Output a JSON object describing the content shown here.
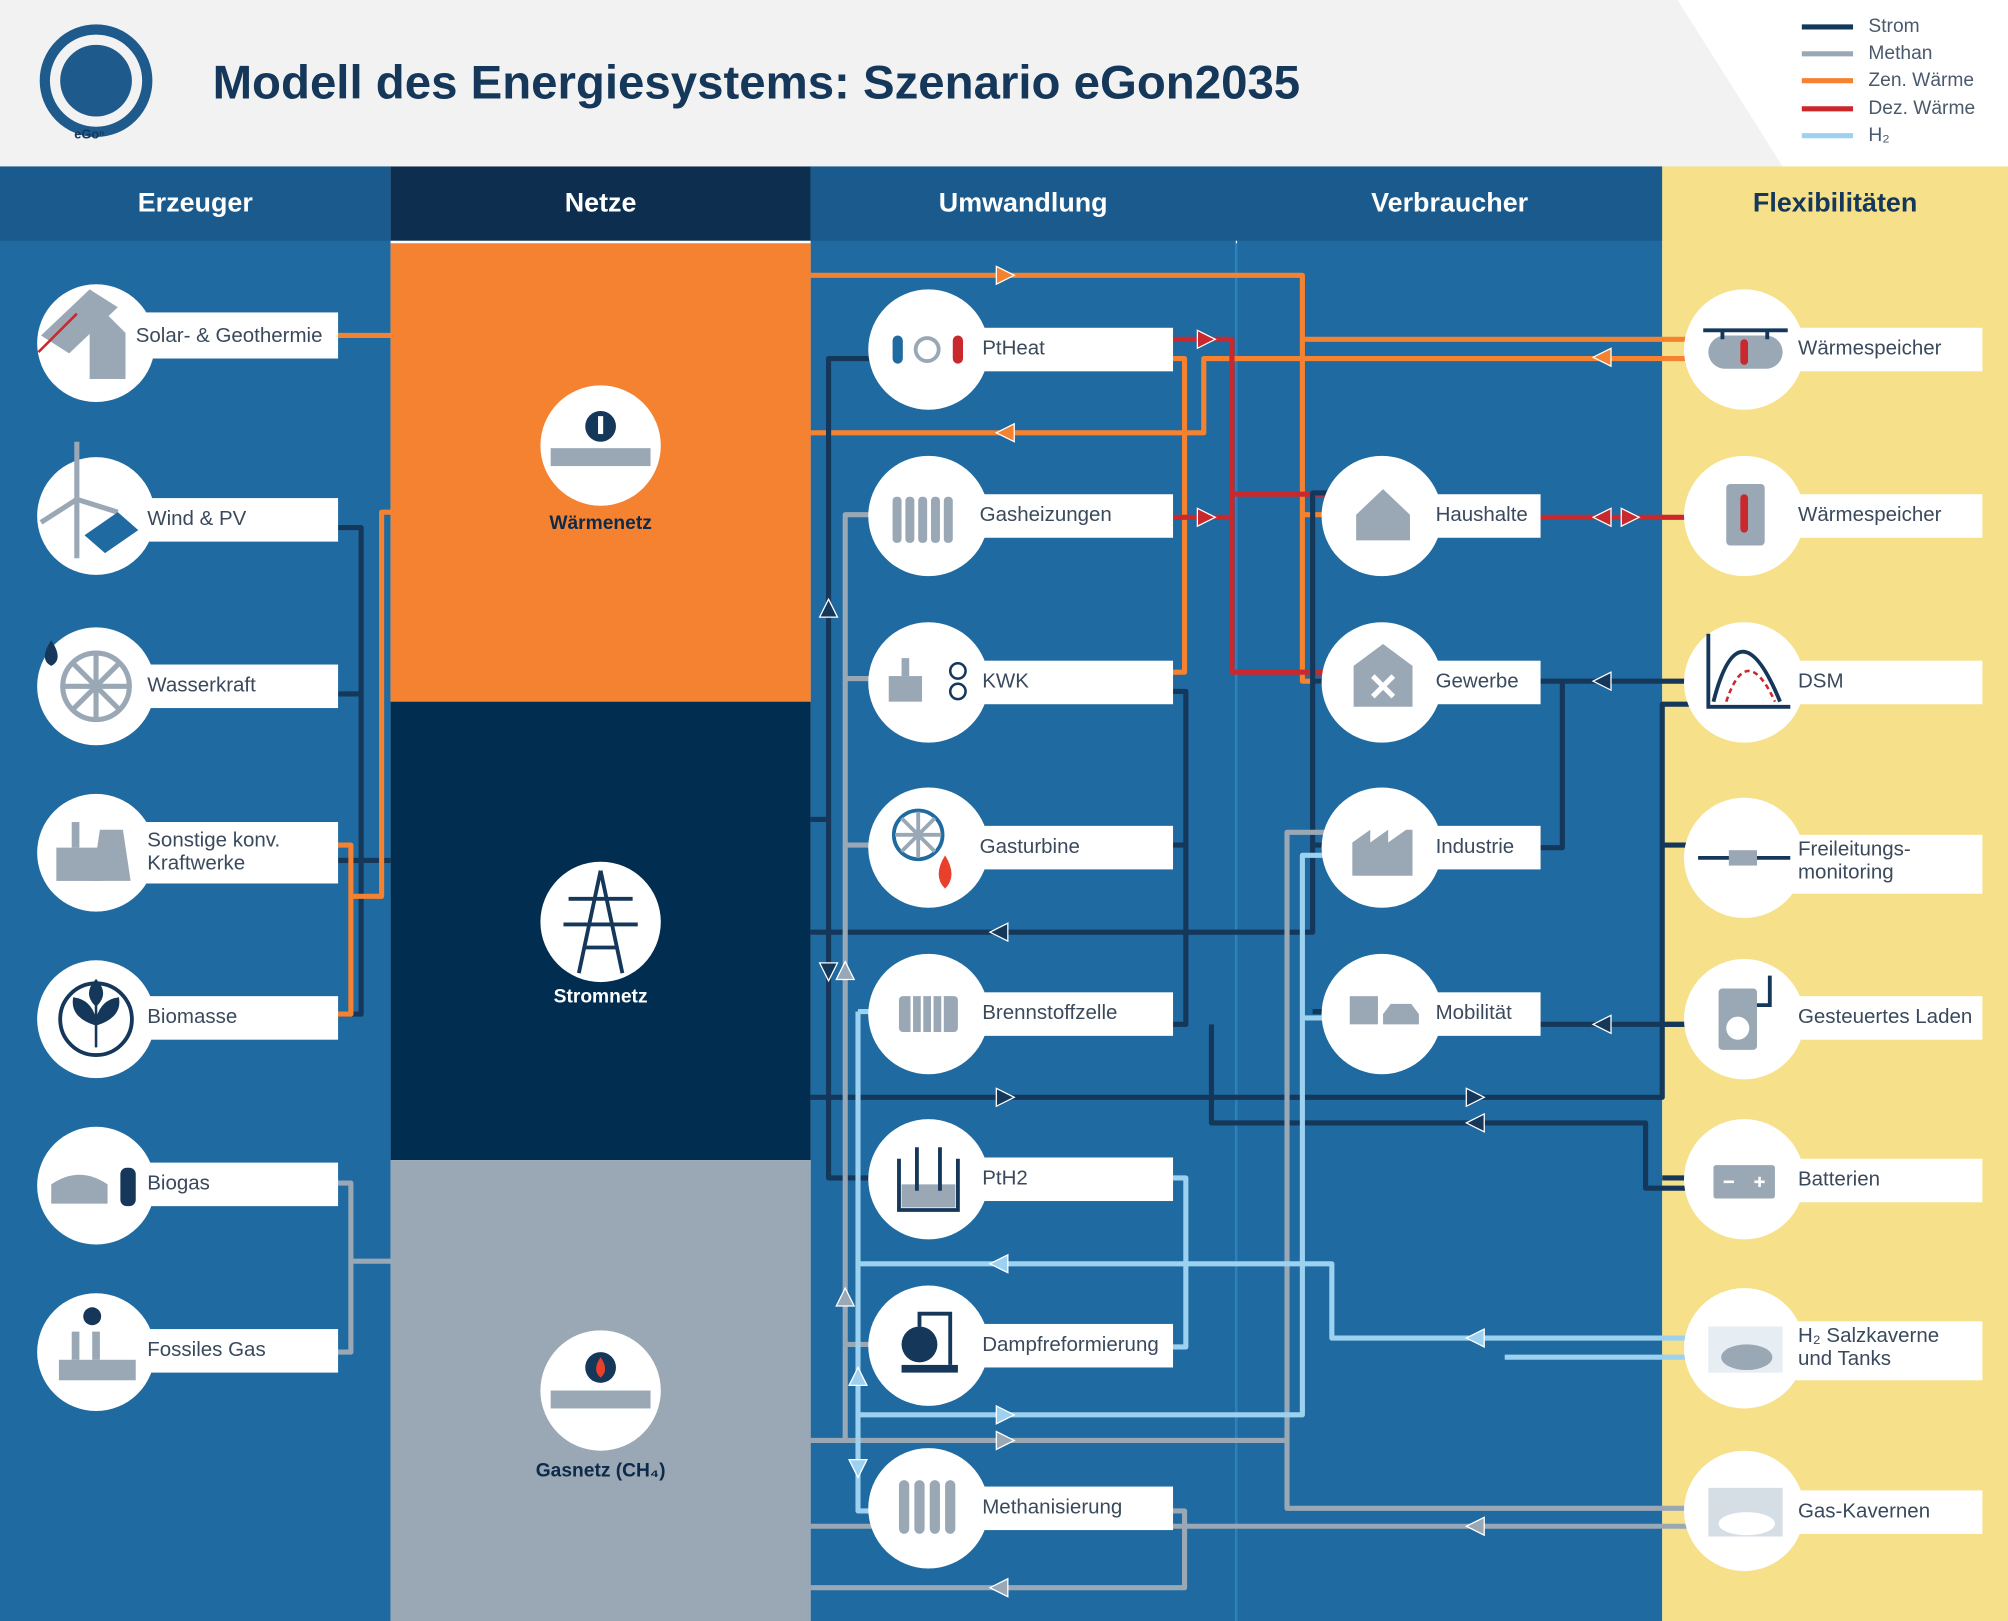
{
  "title": "Modell des Energiesystems: Szenario eGon2035",
  "logo_text": "eGoⁿ",
  "legend": [
    {
      "label": "Strom",
      "color": "#14375a"
    },
    {
      "label": "Methan",
      "color": "#9aa8b6"
    },
    {
      "label": "Zen. Wärme",
      "color": "#f58230"
    },
    {
      "label": "Dez. Wärme",
      "color": "#c9282d"
    },
    {
      "label": "H₂",
      "color": "#9dd1f0"
    }
  ],
  "columns": {
    "erzeuger": "Erzeuger",
    "netze": "Netze",
    "umwandlung": "Umwandlung",
    "verbraucher": "Verbraucher",
    "flex": "Flexibilitäten"
  },
  "networks": {
    "waerme": "Wärmenetz",
    "strom": "Stromnetz",
    "gas": "Gasnetz (CH₄)"
  },
  "producers": [
    {
      "label": "Solar- & Geothermie",
      "icon": "solar-geothermal-icon"
    },
    {
      "label": "Wind & PV",
      "icon": "wind-pv-icon"
    },
    {
      "label": "Wasserkraft",
      "icon": "hydro-icon"
    },
    {
      "label": "Sonstige konv. Kraftwerke",
      "icon": "power-plant-icon"
    },
    {
      "label": "Biomasse",
      "icon": "biomass-icon"
    },
    {
      "label": "Biogas",
      "icon": "biogas-icon"
    },
    {
      "label": "Fossiles Gas",
      "icon": "fossil-gas-icon"
    }
  ],
  "conversion": [
    {
      "label": "PtHeat",
      "icon": "ptheat-icon"
    },
    {
      "label": "Gasheizungen",
      "icon": "radiator-icon"
    },
    {
      "label": "KWK",
      "icon": "chp-icon"
    },
    {
      "label": "Gasturbine",
      "icon": "gas-turbine-icon"
    },
    {
      "label": "Brennstoffzelle",
      "icon": "fuel-cell-icon"
    },
    {
      "label": "PtH2",
      "icon": "electrolysis-icon"
    },
    {
      "label": "Dampfreformierung",
      "icon": "steam-reformer-icon"
    },
    {
      "label": "Methanisierung",
      "icon": "methanation-icon"
    }
  ],
  "consumers": [
    {
      "label": "Haushalte",
      "icon": "house-icon"
    },
    {
      "label": "Gewerbe",
      "icon": "commerce-icon"
    },
    {
      "label": "Industrie",
      "icon": "factory-icon"
    },
    {
      "label": "Mobilität",
      "icon": "vehicles-icon"
    }
  ],
  "flexibilities": [
    {
      "label": "Wärmespeicher",
      "icon": "heat-storage-tank-icon"
    },
    {
      "label": "Wärmespeicher",
      "icon": "heat-storage-icon"
    },
    {
      "label": "DSM",
      "icon": "dsm-curve-icon"
    },
    {
      "label": "Freileitungs-monitoring",
      "icon": "line-monitoring-icon"
    },
    {
      "label": "Gesteuertes Laden",
      "icon": "charging-station-icon"
    },
    {
      "label": "Batterien",
      "icon": "battery-icon"
    },
    {
      "label": "H₂ Salzkaverne und Tanks",
      "icon": "h2-cavern-icon"
    },
    {
      "label": "Gas-Kavernen",
      "icon": "gas-cavern-icon"
    }
  ]
}
